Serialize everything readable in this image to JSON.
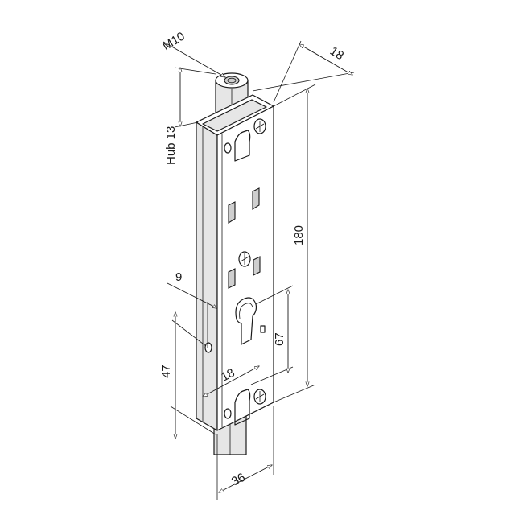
{
  "dimensions": {
    "thread": "M10",
    "width_top": "18",
    "stroke": "Hub 13",
    "height_total": "180",
    "offset_9": "9",
    "height_67": "67",
    "height_47": "47",
    "width_cyl": "18",
    "width_bottom": "36"
  }
}
